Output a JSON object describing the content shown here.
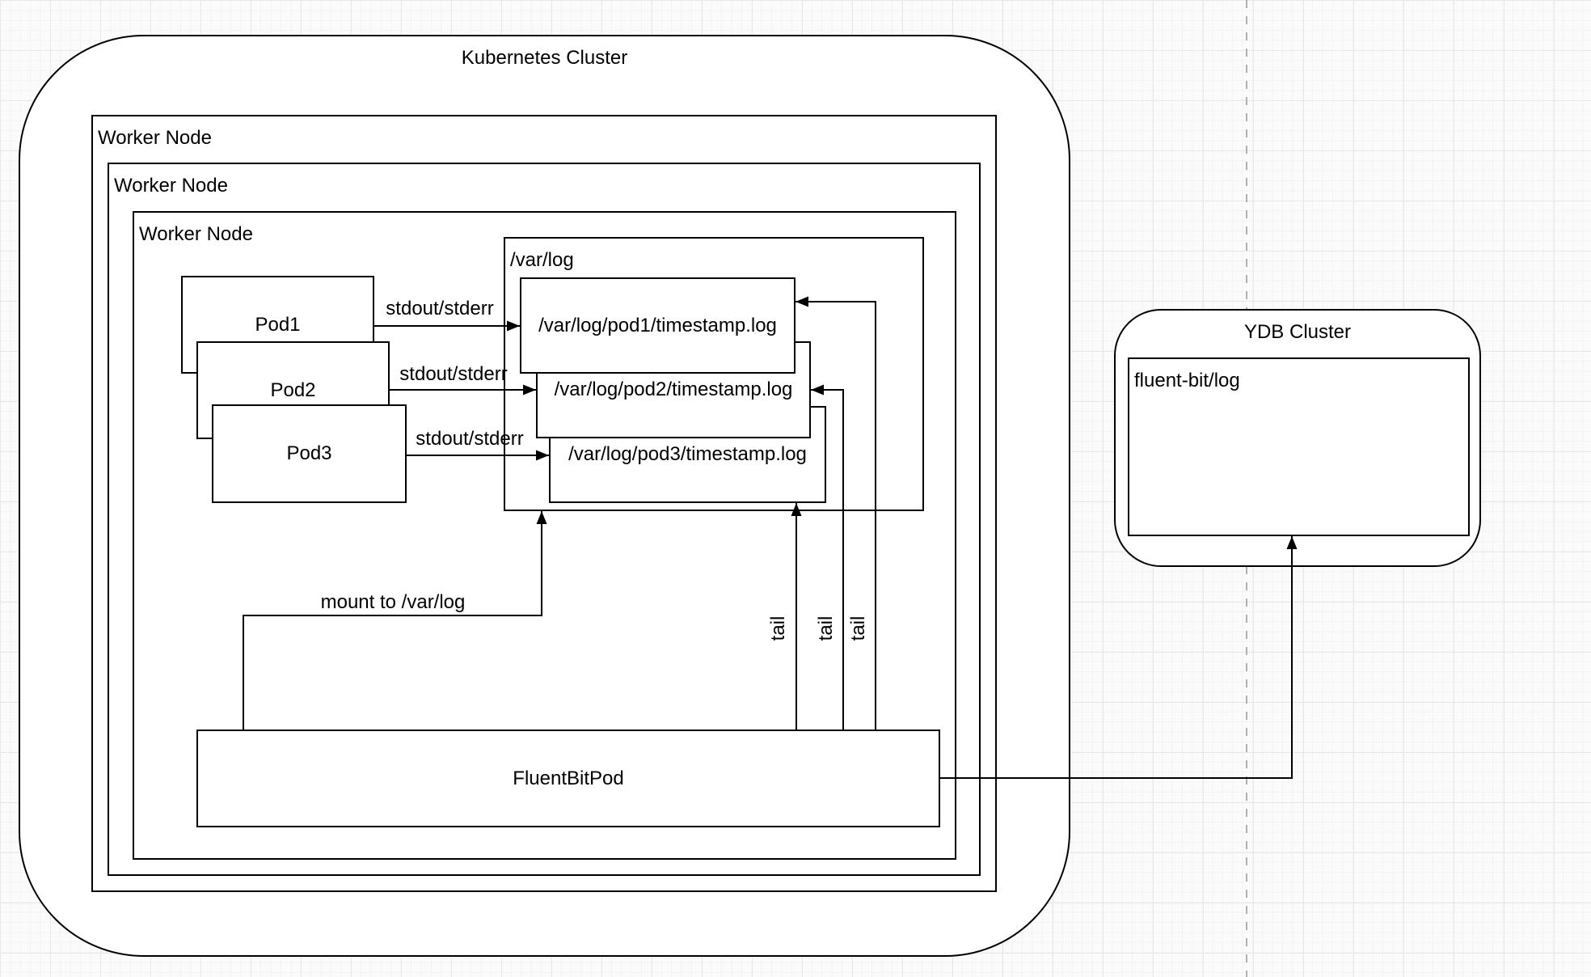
{
  "clusters": {
    "kubernetes": {
      "label": "Kubernetes Cluster"
    },
    "worker_outer": {
      "label": "Worker Node"
    },
    "worker_middle": {
      "label": "Worker Node"
    },
    "worker_inner": {
      "label": "Worker Node"
    },
    "varlog": {
      "label": "/var/log"
    },
    "ydb": {
      "label": "YDB Cluster"
    },
    "fluentbit_log": {
      "label": "fluent-bit/log"
    }
  },
  "nodes": {
    "pod1": {
      "label": "Pod1"
    },
    "pod2": {
      "label": "Pod2"
    },
    "pod3": {
      "label": "Pod3"
    },
    "log1": {
      "label": "/var/log/pod1/timestamp.log"
    },
    "log2": {
      "label": "/var/log/pod2/timestamp.log"
    },
    "log3": {
      "label": "/var/log/pod3/timestamp.log"
    },
    "fluentbit_pod": {
      "label": "FluentBitPod"
    }
  },
  "edges": {
    "stdout1": {
      "label": "stdout/stderr"
    },
    "stdout2": {
      "label": "stdout/stderr"
    },
    "stdout3": {
      "label": "stdout/stderr"
    },
    "tail1": {
      "label": "tail"
    },
    "tail2": {
      "label": "tail"
    },
    "tail3": {
      "label": "tail"
    },
    "mount": {
      "label": "mount to /var/log"
    }
  },
  "colors": {
    "stroke": "#000000",
    "shape_fill": "#ffffff",
    "background": "#fbfbfb",
    "grid_minor": "#f3f3f3",
    "grid_major": "#e8e8e8",
    "page_divider": "#b0b0b0"
  }
}
